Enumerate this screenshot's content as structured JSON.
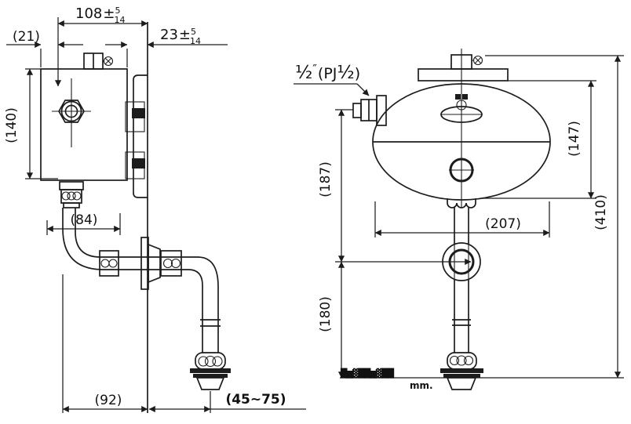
{
  "left_view": {
    "dim_depth_total": {
      "value": "108",
      "pm": "±",
      "tol_upper": "5",
      "tol_lower": "14"
    },
    "dim_wall_offset": {
      "value": "23",
      "pm": "±",
      "tol_upper": "5",
      "tol_lower": "14"
    },
    "dim_21": "(21)",
    "dim_140": "(140)",
    "dim_84": "(84)",
    "dim_92": "(92)",
    "dim_spud_range": "(45~75)"
  },
  "right_view": {
    "inlet_label": {
      "size": "½",
      "prime": "″",
      "open": "(PJ",
      "size2": "½",
      "close": ")"
    },
    "dim_147": "(147)",
    "dim_187": "(187)",
    "dim_180": "(180)",
    "dim_207": "(207)",
    "dim_410": "(410)",
    "illegible_code": "█▆▓██▆▓██",
    "unit": "mm."
  }
}
